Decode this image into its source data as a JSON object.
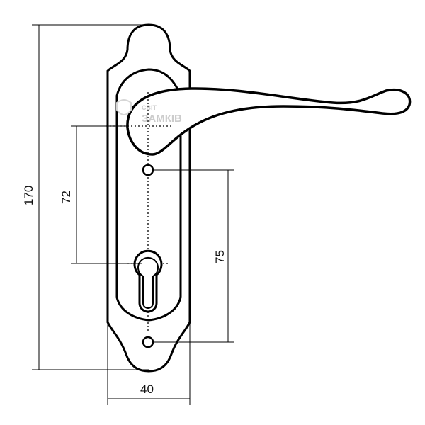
{
  "dimensions": {
    "total_height": "170",
    "handle_to_cylinder": "72",
    "spindle_to_hole": "75",
    "plate_width": "40"
  },
  "watermark": {
    "line1": "СВІТ",
    "line2": "ЗАМКІВ"
  },
  "colors": {
    "stroke": "#000000",
    "watermark": "#dddddd"
  }
}
